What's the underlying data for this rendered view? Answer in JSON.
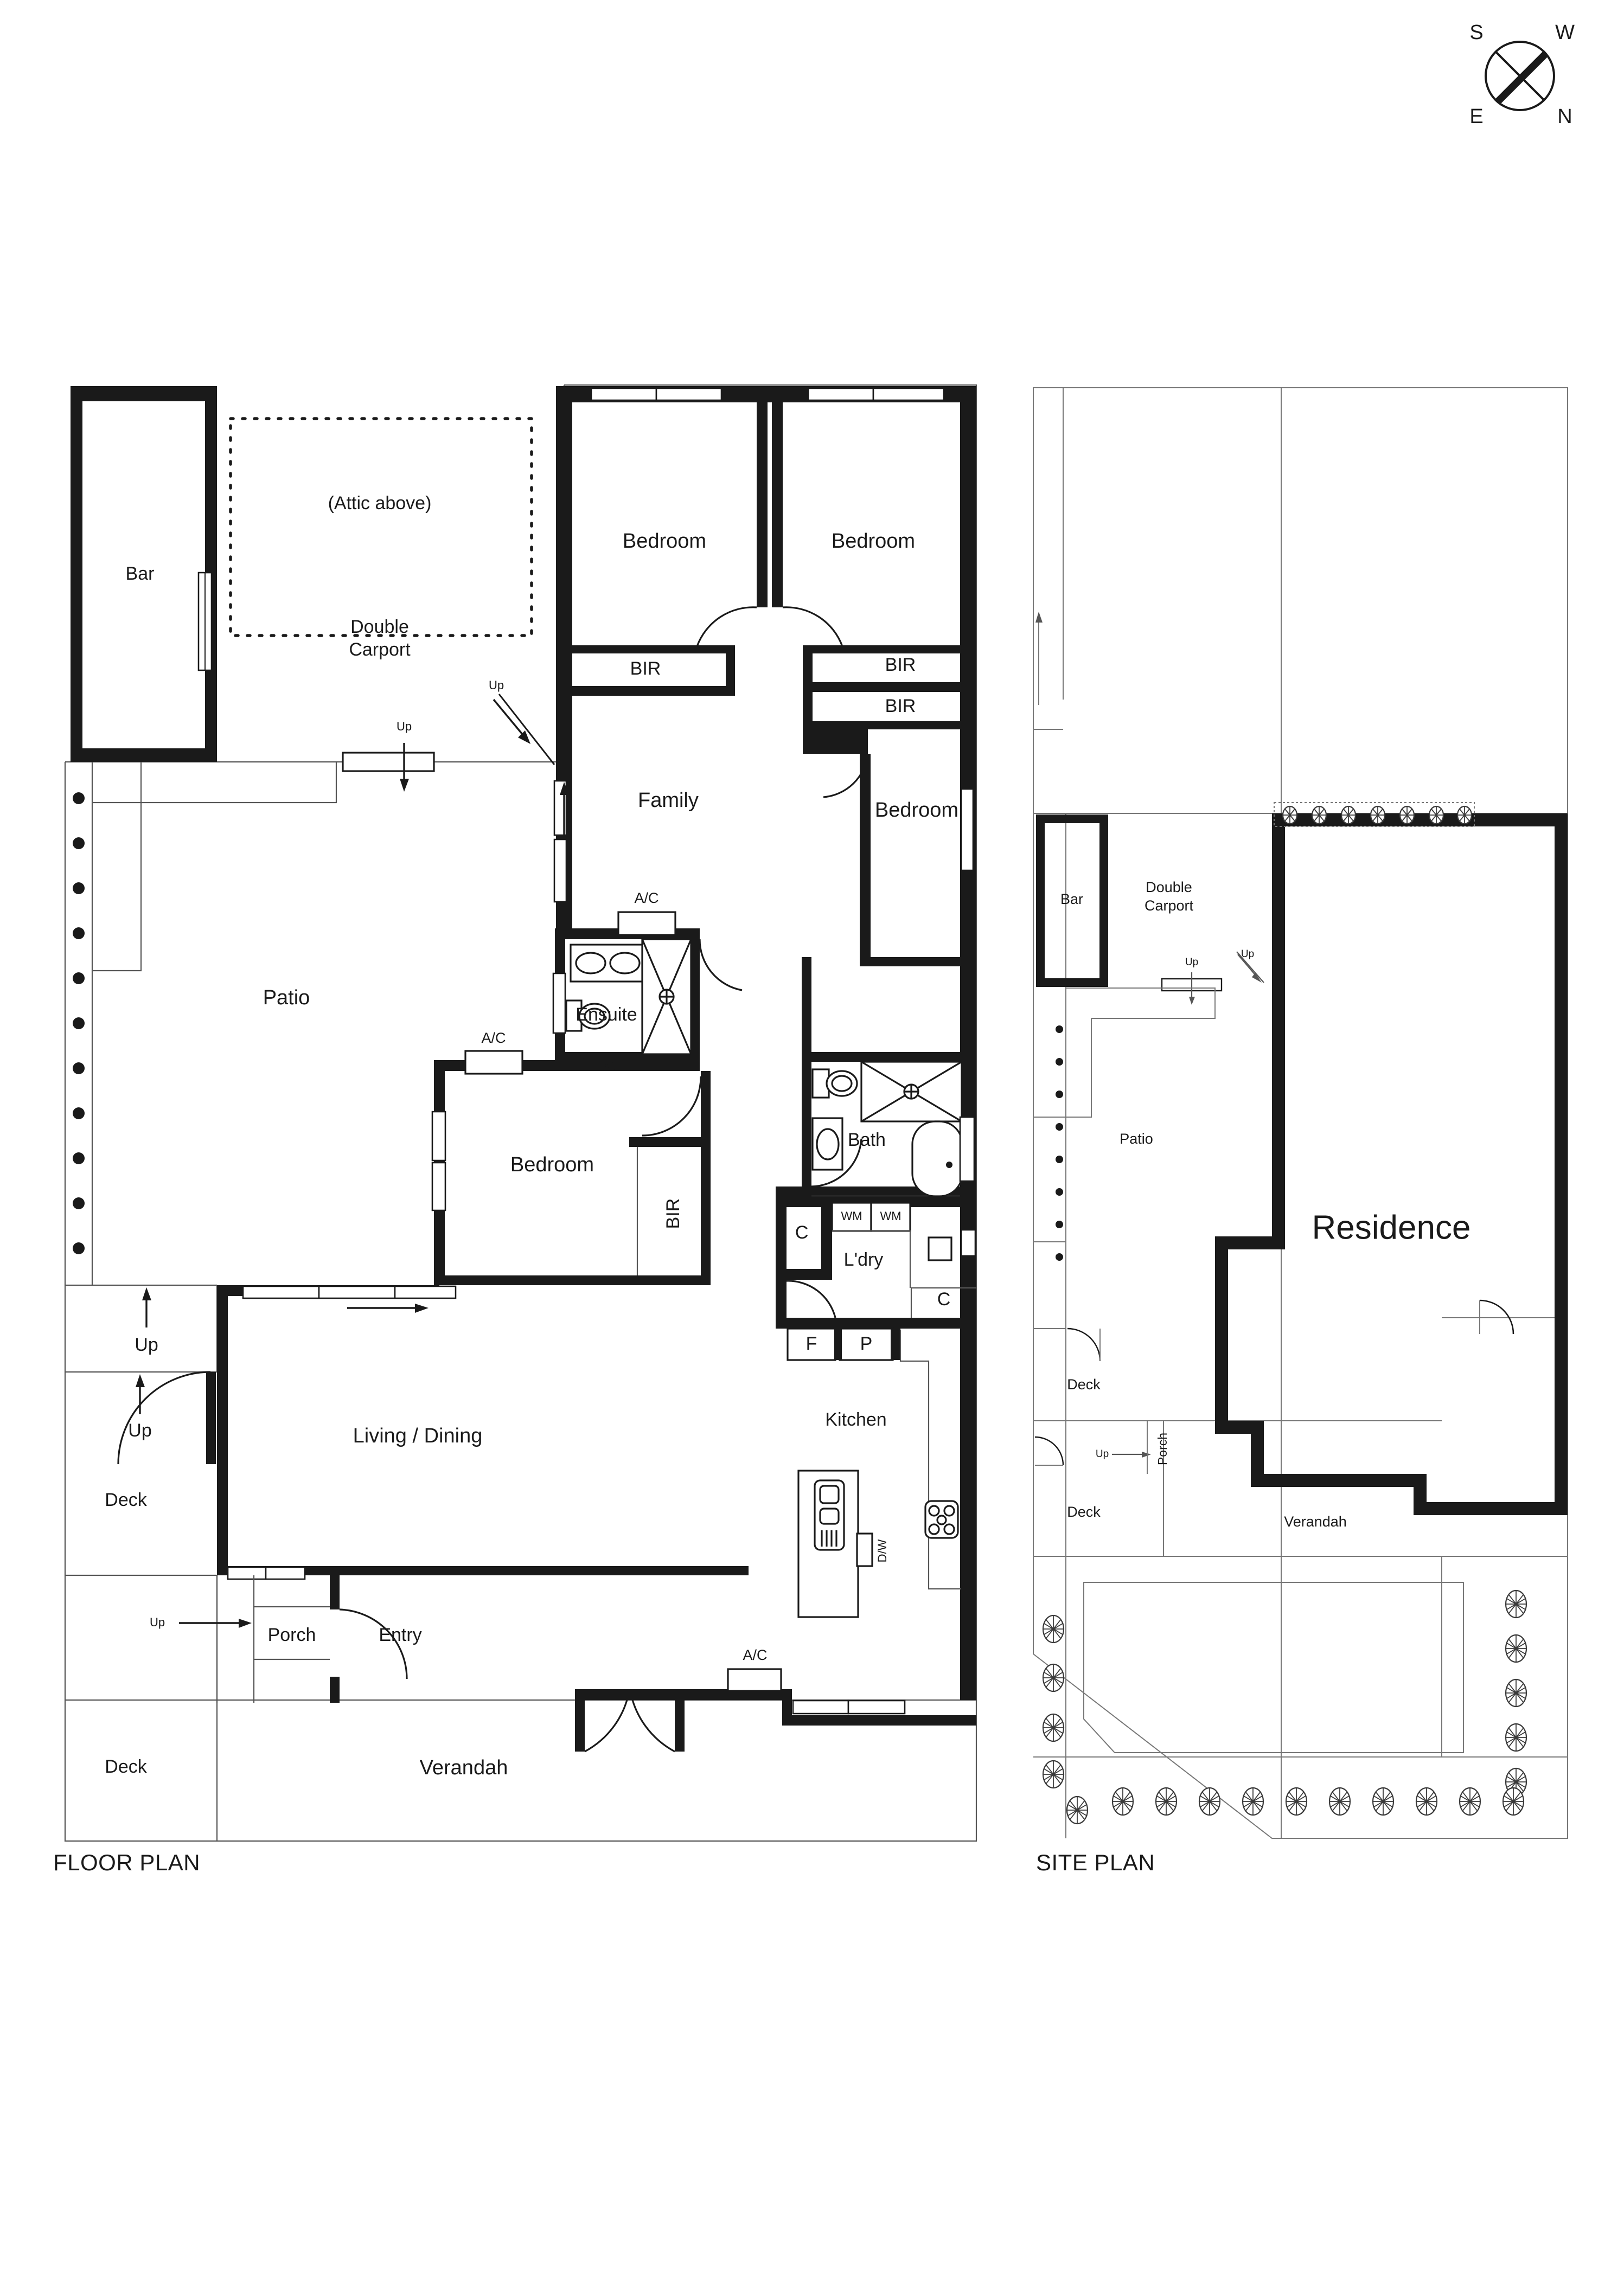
{
  "sheet": {
    "background": "#ffffff",
    "ink": "#1a1a1a"
  },
  "compass": {
    "name": "compass-rose",
    "labels": {
      "top_left": "S",
      "top_right": "W",
      "bottom_left": "E",
      "bottom_right": "N"
    },
    "north_direction": "bottom-right"
  },
  "titles": {
    "floor_plan": "FLOOR PLAN",
    "site_plan": "SITE PLAN"
  },
  "floor_plan": {
    "rooms": [
      {
        "id": "bar",
        "label": "Bar"
      },
      {
        "id": "attic",
        "label": "(Attic above)"
      },
      {
        "id": "double-carport",
        "label": "Double\nCarport",
        "line1": "Double",
        "line2": "Carport"
      },
      {
        "id": "bedroom-1",
        "label": "Bedroom"
      },
      {
        "id": "bedroom-2",
        "label": "Bedroom"
      },
      {
        "id": "bedroom-3",
        "label": "Bedroom"
      },
      {
        "id": "bedroom-4",
        "label": "Bedroom"
      },
      {
        "id": "family",
        "label": "Family"
      },
      {
        "id": "patio",
        "label": "Patio"
      },
      {
        "id": "ensuite",
        "label": "Ensuite"
      },
      {
        "id": "bath",
        "label": "Bath"
      },
      {
        "id": "laundry",
        "label": "L'dry"
      },
      {
        "id": "kitchen",
        "label": "Kitchen"
      },
      {
        "id": "living-dining",
        "label": "Living / Dining"
      },
      {
        "id": "entry",
        "label": "Entry"
      },
      {
        "id": "porch",
        "label": "Porch"
      },
      {
        "id": "deck-1",
        "label": "Deck"
      },
      {
        "id": "deck-2",
        "label": "Deck"
      },
      {
        "id": "verandah",
        "label": "Verandah"
      }
    ],
    "robes": [
      {
        "id": "bir-1",
        "label": "BIR"
      },
      {
        "id": "bir-2",
        "label": "BIR"
      },
      {
        "id": "bir-3",
        "label": "BIR"
      },
      {
        "id": "bir-4",
        "label": "BIR"
      }
    ],
    "annotations": {
      "ac_1": "A/C",
      "ac_2": "A/C",
      "ac_3": "A/C",
      "up_1": "Up",
      "up_2": "Up",
      "up_3": "Up",
      "up_4": "Up",
      "up_5": "Up",
      "cupboard_1": "C",
      "cupboard_2": "C",
      "washing_machine_1": "WM",
      "washing_machine_2": "WM",
      "fridge": "F",
      "pantry": "P",
      "dishwasher": "D/W"
    }
  },
  "site_plan": {
    "labels": [
      {
        "id": "bar",
        "label": "Bar"
      },
      {
        "id": "double-carport",
        "line1": "Double",
        "line2": "Carport"
      },
      {
        "id": "patio",
        "label": "Patio"
      },
      {
        "id": "residence",
        "label": "Residence"
      },
      {
        "id": "deck-1",
        "label": "Deck"
      },
      {
        "id": "deck-2",
        "label": "Deck"
      },
      {
        "id": "porch",
        "label": "Porch"
      },
      {
        "id": "verandah",
        "label": "Verandah"
      },
      {
        "id": "up",
        "label": "Up"
      }
    ],
    "tree_counts": {
      "top_row": 7,
      "left_column": 5,
      "right_column": 5,
      "bottom_row": 10,
      "corner": 1
    }
  }
}
